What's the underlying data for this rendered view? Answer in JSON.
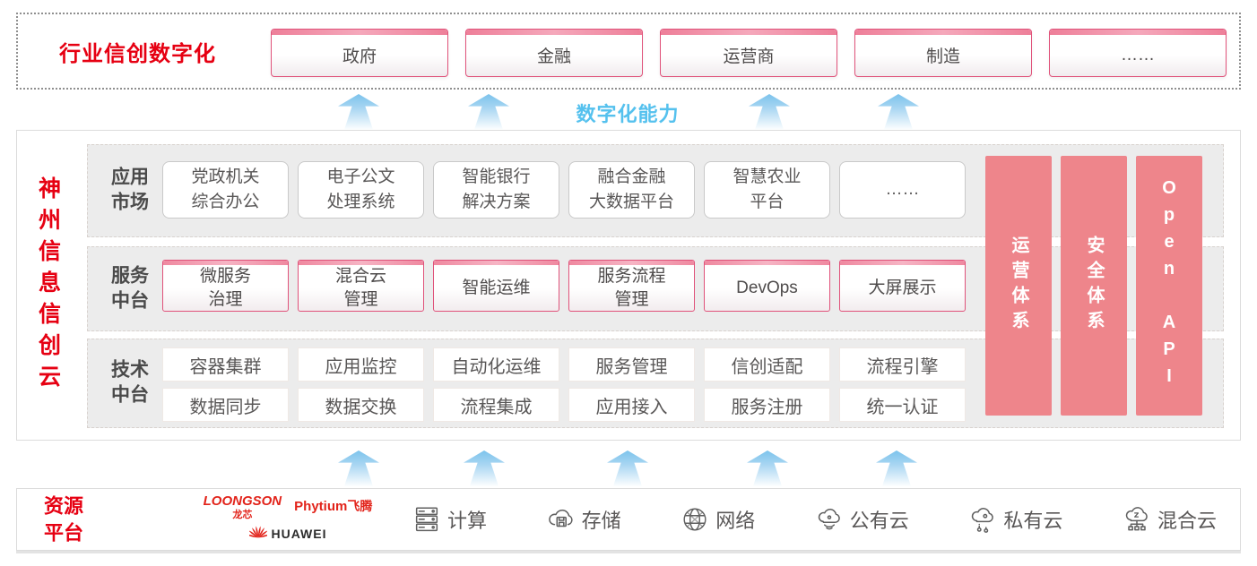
{
  "palette": {
    "brand_red": "#e60012",
    "pillar_pink": "#ee858b",
    "box_border_pink": "#e0527a",
    "arrow_blue": "#7cc3ec",
    "capability_blue": "#55c1ee",
    "text_dark": "#595757",
    "label_gray": "#4a4a4a"
  },
  "industry": {
    "title": "行业信创数字化",
    "sectors": [
      "政府",
      "金融",
      "运营商",
      "制造",
      "……"
    ]
  },
  "capability_label": "数字化能力",
  "platform": {
    "title": "神州信息信创云",
    "rows": [
      {
        "label": "应用\n市场",
        "items": [
          "党政机关\n综合办公",
          "电子公文\n处理系统",
          "智能银行\n解决方案",
          "融合金融\n大数据平台",
          "智慧农业\n平台",
          "……"
        ]
      },
      {
        "label": "服务\n中台",
        "items": [
          "微服务\n治理",
          "混合云\n管理",
          "智能运维",
          "服务流程\n管理",
          "DevOps",
          "大屏展示"
        ]
      },
      {
        "label": "技术\n中台",
        "items_top": [
          "容器集群",
          "应用监控",
          "自动化运维",
          "服务管理",
          "信创适配",
          "流程引擎"
        ],
        "items_bottom": [
          "数据同步",
          "数据交换",
          "流程集成",
          "应用接入",
          "服务注册",
          "统一认证"
        ]
      }
    ],
    "pillars": [
      "运营体系",
      "安全体系",
      "Open API"
    ]
  },
  "resource": {
    "title": "资源\n平台",
    "vendors": {
      "loongson": {
        "name": "LOONGSON",
        "sub": "龙芯"
      },
      "phytium": {
        "name": "Phytium",
        "sub": "飞腾"
      },
      "huawei": {
        "name": "HUAWEI"
      }
    },
    "items": [
      {
        "icon": "server-icon",
        "label": "计算"
      },
      {
        "icon": "storage-cloud-icon",
        "label": "存储"
      },
      {
        "icon": "network-globe-icon",
        "label": "网络"
      },
      {
        "icon": "public-cloud-icon",
        "label": "公有云"
      },
      {
        "icon": "private-cloud-icon",
        "label": "私有云"
      },
      {
        "icon": "hybrid-cloud-icon",
        "label": "混合云"
      }
    ]
  }
}
